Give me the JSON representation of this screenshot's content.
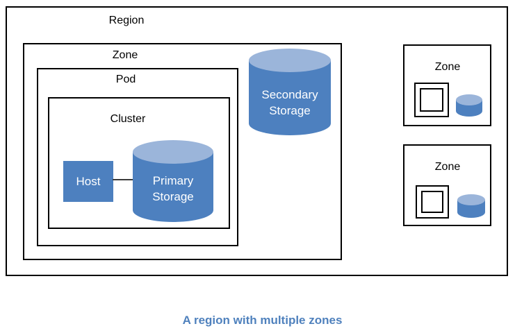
{
  "diagram": {
    "region_label": "Region",
    "zone_label": "Zone",
    "pod_label": "Pod",
    "cluster_label": "Cluster",
    "host_label": "Host",
    "primary_storage": {
      "line1": "Primary",
      "line2": "Storage"
    },
    "secondary_storage": {
      "line1": "Secondary",
      "line2": "Storage"
    },
    "right_zones": [
      {
        "label": "Zone"
      },
      {
        "label": "Zone"
      }
    ],
    "icons": {
      "nested_squares": "pod-in-zone-icon",
      "small_cylinder": "storage-cylinder-icon"
    },
    "colors": {
      "outline": "#000000",
      "node_fill": "#4d80bf",
      "cylinder_body": "#4d80bf",
      "cylinder_top": "#9bb5da",
      "connector": "#3a3a3a",
      "caption": "#4f81bd"
    }
  },
  "caption": "A region with multiple zones"
}
